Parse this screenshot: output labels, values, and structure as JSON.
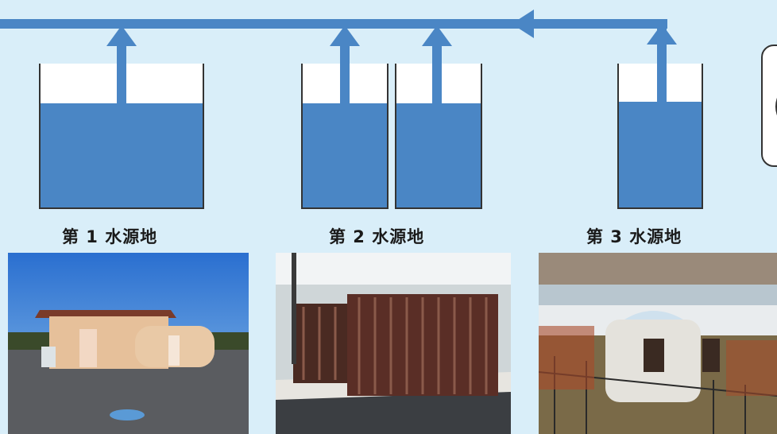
{
  "sources": [
    {
      "label": "第 1 水源地",
      "photo": "pump-house-building-photo"
    },
    {
      "label": "第 2 水源地",
      "photo": "caged-pump-station-photo"
    },
    {
      "label": "第 3 水源地",
      "photo": "round-wellhead-building-photo"
    }
  ],
  "callout": {
    "glyph": "("
  },
  "colors": {
    "background": "#d9eef9",
    "water": "#4a86c5",
    "pipe": "#4a86c5",
    "tank_outline": "#333333",
    "tank_air": "#ffffff"
  }
}
